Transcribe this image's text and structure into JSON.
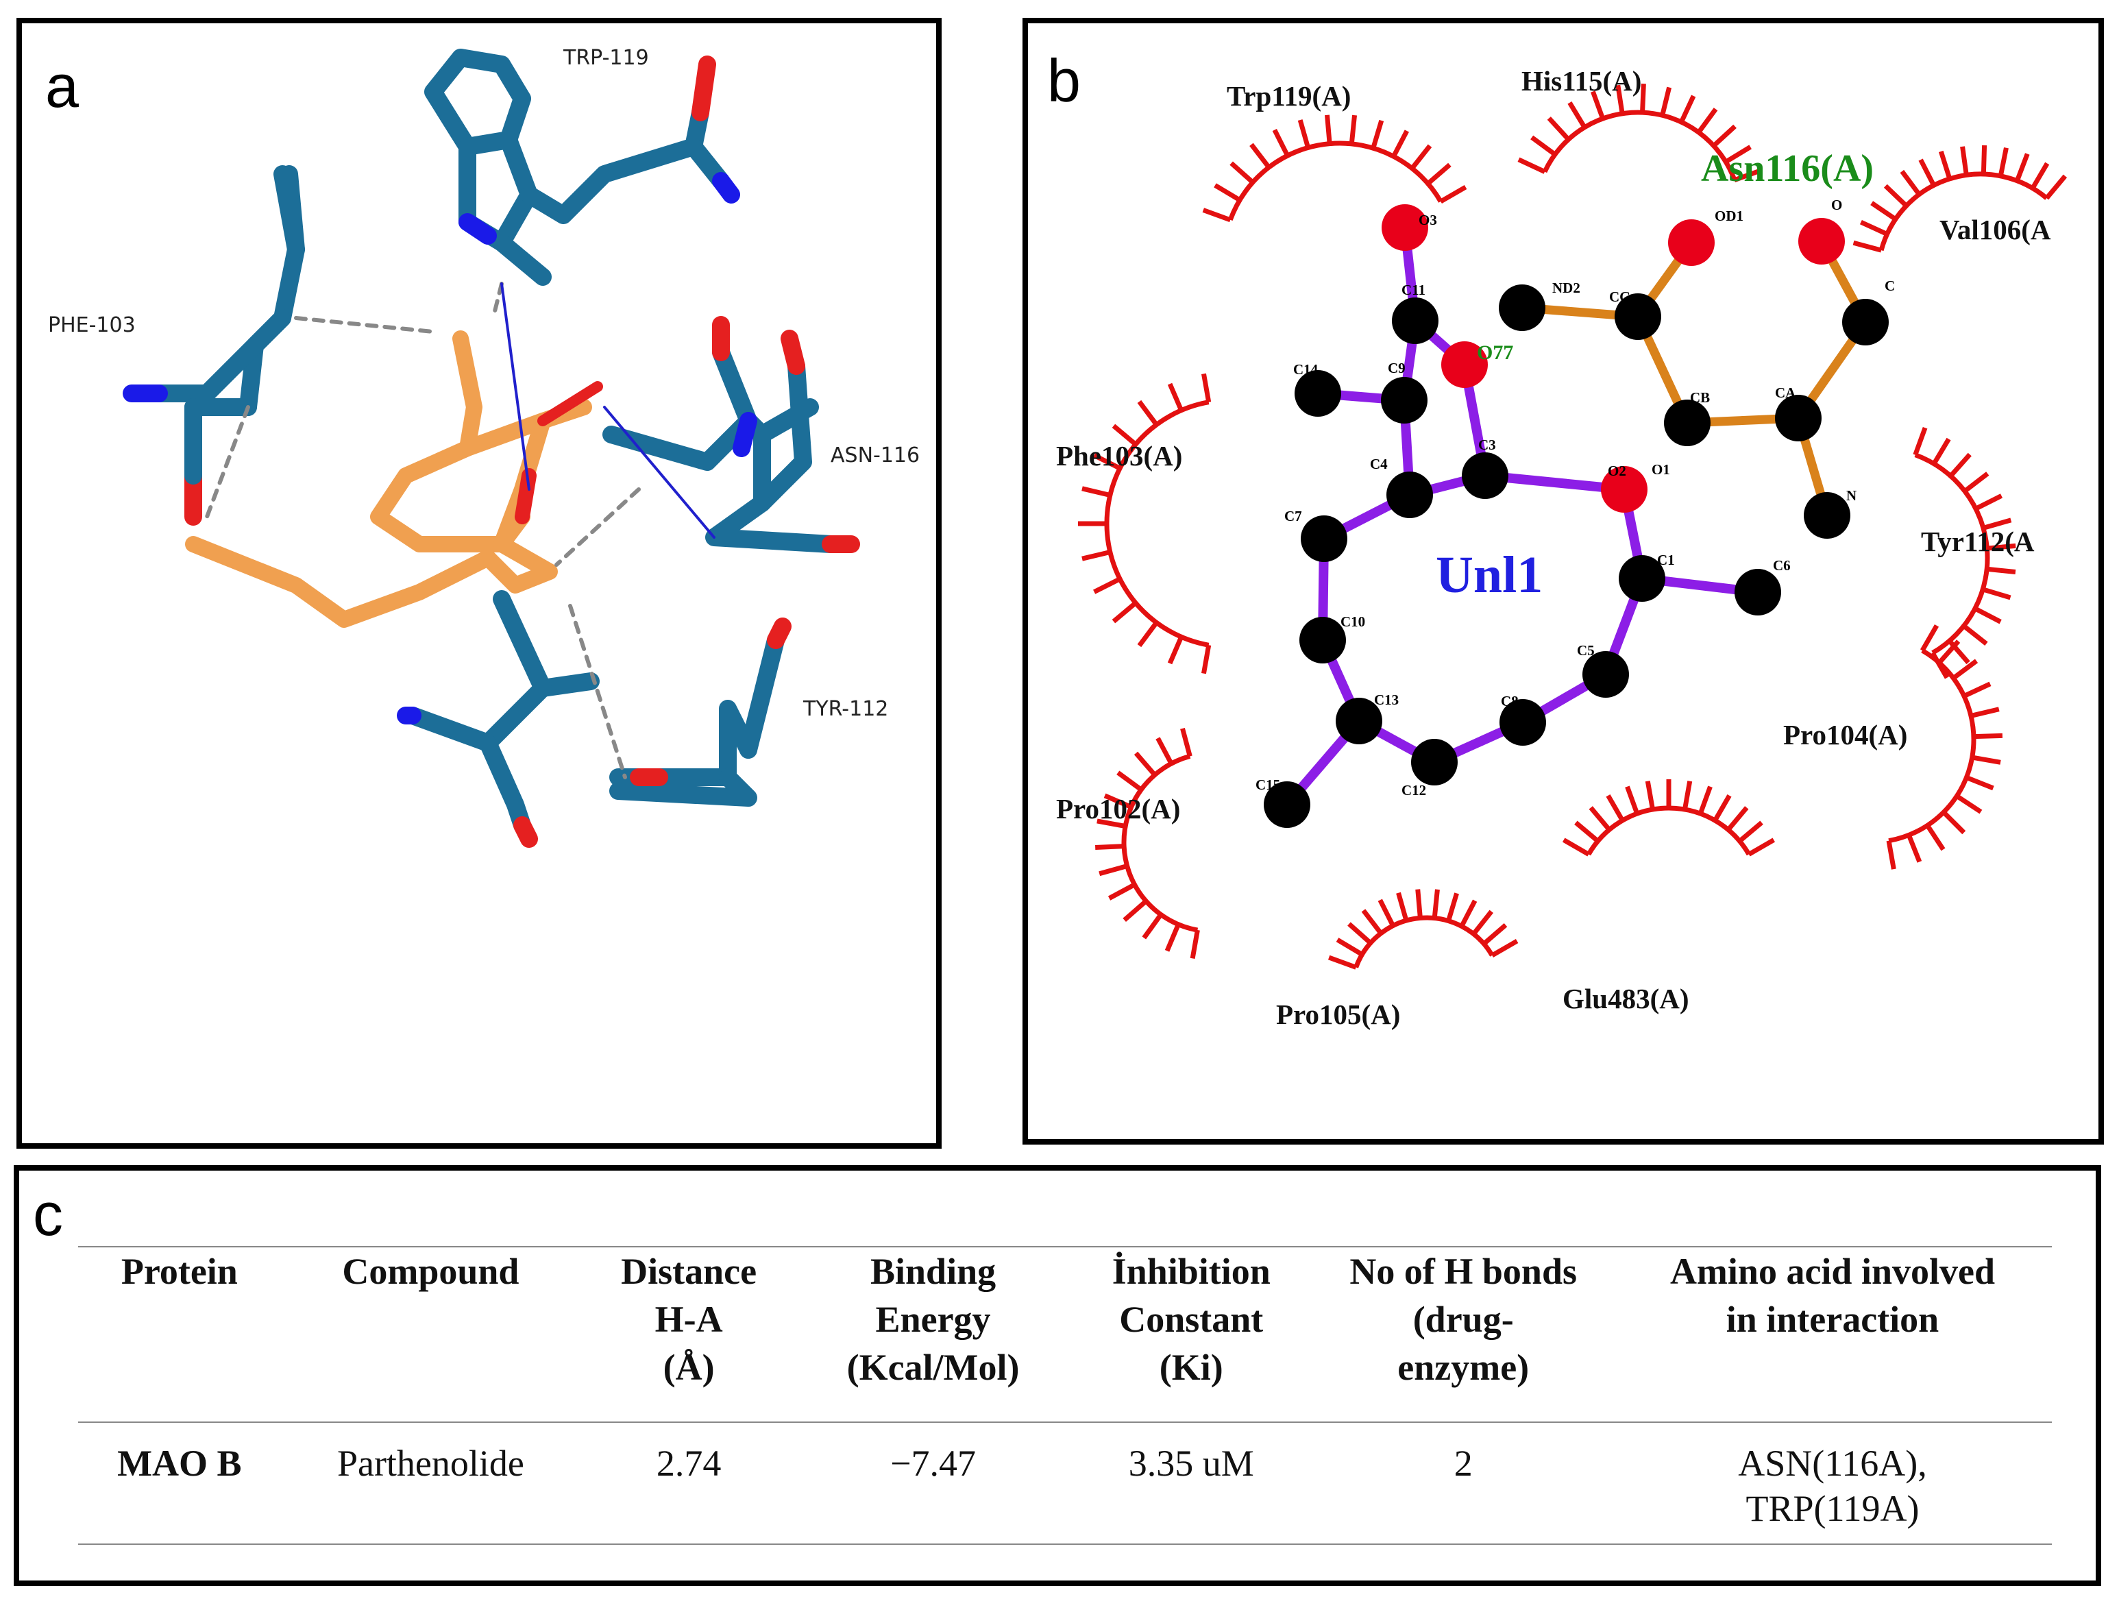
{
  "panel_a": {
    "letter": "a",
    "labels": {
      "trp": "TRP-119",
      "phe": "PHE-103",
      "asn": "ASN-116",
      "tyr": "TYR-112"
    },
    "colors": {
      "protein": "#1c6e98",
      "ligand": "#f0a050",
      "oxygen": "#e52020",
      "nitrogen": "#1a1ae8",
      "hbond": "#2020cc"
    }
  },
  "panel_b": {
    "letter": "b",
    "ligand_name": "Unl1",
    "hbond_residue": "Asn116(A)",
    "residues": {
      "trp119": "Trp119(A)",
      "his115": "His115(A)",
      "val106": "Val106(A",
      "phe103": "Phe103(A)",
      "tyr112": "Tyr112(A",
      "pro104": "Pro104(A)",
      "pro102": "Pro102(A)",
      "pro105": "Pro105(A)",
      "glu483": "Glu483(A)"
    },
    "atoms": {
      "o3": "O3",
      "c11": "C11",
      "o77": "O77",
      "nd2": "ND2",
      "cg": "CG",
      "od1": "OD1",
      "o": "O",
      "c": "C",
      "cb": "CB",
      "ca": "CA",
      "n": "N",
      "c14": "C14",
      "c9": "C9",
      "c4": "C4",
      "c3": "C3",
      "o2": "O2",
      "o1": "O1",
      "c7": "C7",
      "c1": "C1",
      "c6": "C6",
      "c10": "C10",
      "c5": "C5",
      "c13": "C13",
      "c8": "C8",
      "c12": "C12",
      "c15": "C15"
    },
    "colors": {
      "ligand_bond": "#8c1ee6",
      "residue_bond": "#d9821b",
      "hydrophobic": "#e31010",
      "oxygen": "#e8001a",
      "carbon": "#000000",
      "hbond_label": "#1a8c1a"
    }
  },
  "panel_c": {
    "letter": "c",
    "headers": [
      "Protein",
      "Compound",
      "Distance\nH-A\n(Å)",
      "Binding\nEnergy\n(Kcal/Mol)",
      "İnhibition\nConstant\n(Ki)",
      "No of H bonds\n(drug-\nenzyme)",
      "Amino acid involved\nin interaction"
    ],
    "row": [
      "MAO B",
      "Parthenolide",
      "2.74",
      "−7.47",
      "3.35 uM",
      "2",
      "ASN(116A),\nTRP(119A)"
    ]
  }
}
